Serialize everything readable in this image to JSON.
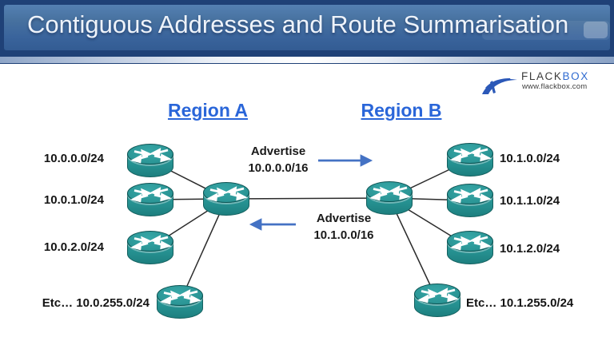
{
  "title": "Contiguous Addresses and Route Summarisation",
  "logo": {
    "brand_primary": "FLACK",
    "brand_secondary": "BOX",
    "url": "www.flackbox.com"
  },
  "regions": {
    "a": "Region A",
    "b": "Region B"
  },
  "advertise_right": {
    "line1": "Advertise",
    "line2": "10.0.0.0/16"
  },
  "advertise_left": {
    "line1": "Advertise",
    "line2": "10.1.0.0/16"
  },
  "left_networks": [
    "10.0.0.0/24",
    "10.0.1.0/24",
    "10.0.2.0/24"
  ],
  "left_etc": "Etc… 10.0.255.0/24",
  "right_networks": [
    "10.1.0.0/24",
    "10.1.1.0/24",
    "10.1.2.0/24"
  ],
  "right_etc": "Etc… 10.1.255.0/24",
  "colors": {
    "router_teal": "#2a9797",
    "arrow_blue": "#4472c4",
    "region_blue": "#2a66d9",
    "titlebar_blue": "#3f6aa3",
    "wire_black": "#2b2b2b"
  }
}
